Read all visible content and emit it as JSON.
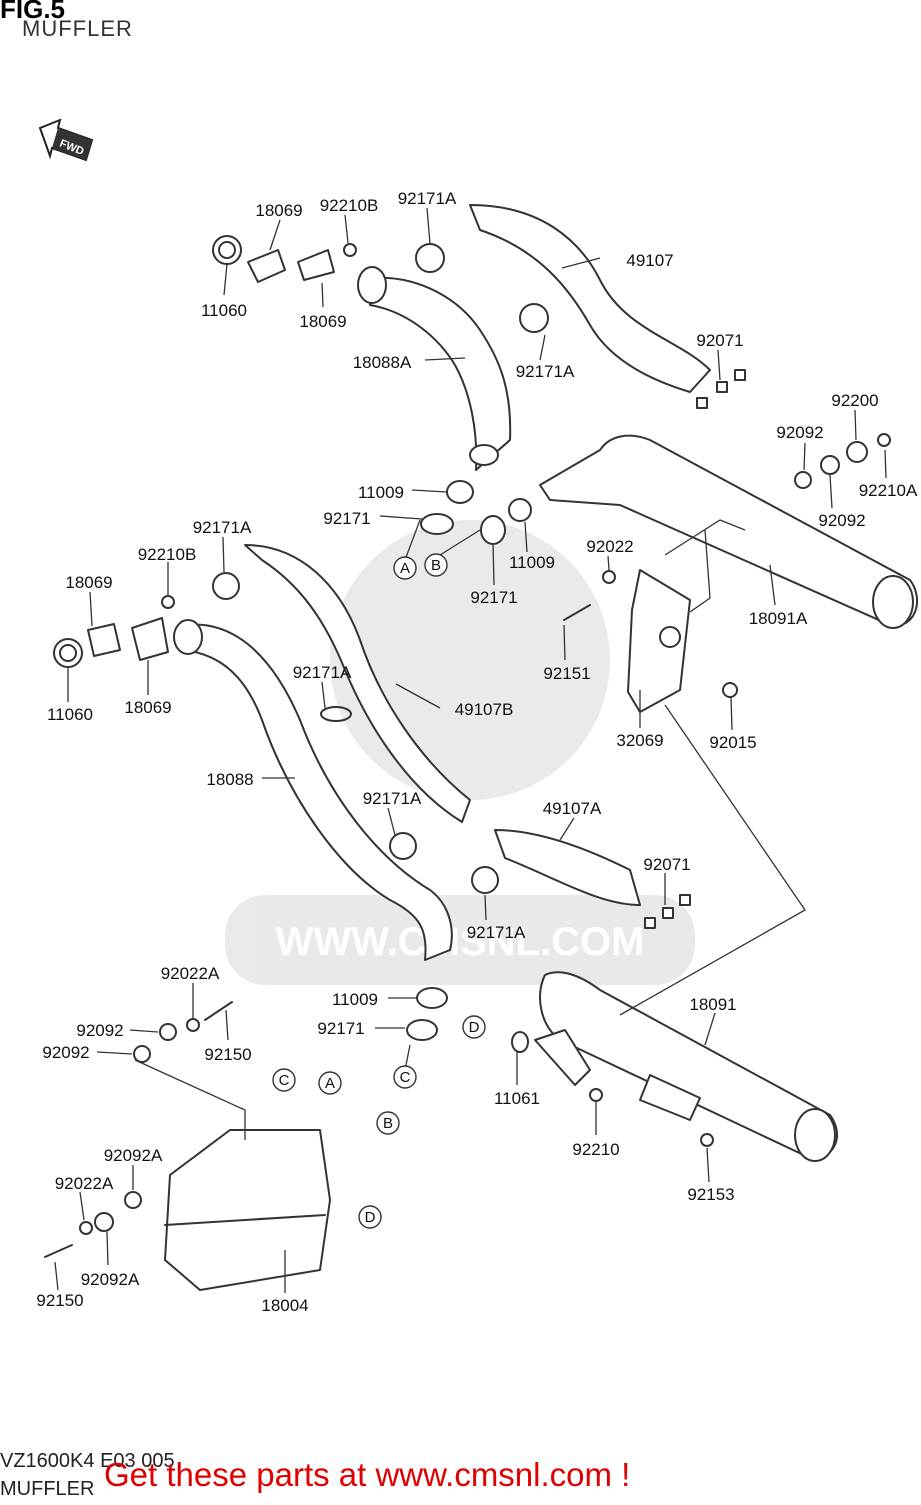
{
  "header": {
    "fig": "FIG.5",
    "title": "MUFFLER"
  },
  "footer": {
    "code": "VZ1600K4 E03 005",
    "title": "MUFFLER",
    "promo": "Get these parts at www.cmsnl.com !"
  },
  "watermark": "WWW.CMSNL.COM",
  "fwd_label": "FWD",
  "part_labels": [
    "18069",
    "92210B",
    "92171A",
    "11060",
    "18069",
    "49107",
    "18088A",
    "92171A",
    "92071",
    "92200",
    "92092",
    "92210A",
    "92092",
    "11009",
    "92171",
    "11009",
    "92022",
    "92171",
    "18091A",
    "92151",
    "32069",
    "92015",
    "92171A",
    "92210B",
    "18069",
    "11060",
    "18069",
    "92171A",
    "49107B",
    "18088",
    "92171A",
    "49107A",
    "92071",
    "92171A",
    "11009",
    "92171",
    "18091",
    "92022A",
    "92092",
    "92092",
    "92150",
    "11061",
    "92210",
    "92153",
    "92092A",
    "92022A",
    "92092A",
    "92150",
    "18004"
  ],
  "ref_letters": [
    "A",
    "B",
    "A",
    "B",
    "C",
    "C",
    "D",
    "D"
  ]
}
